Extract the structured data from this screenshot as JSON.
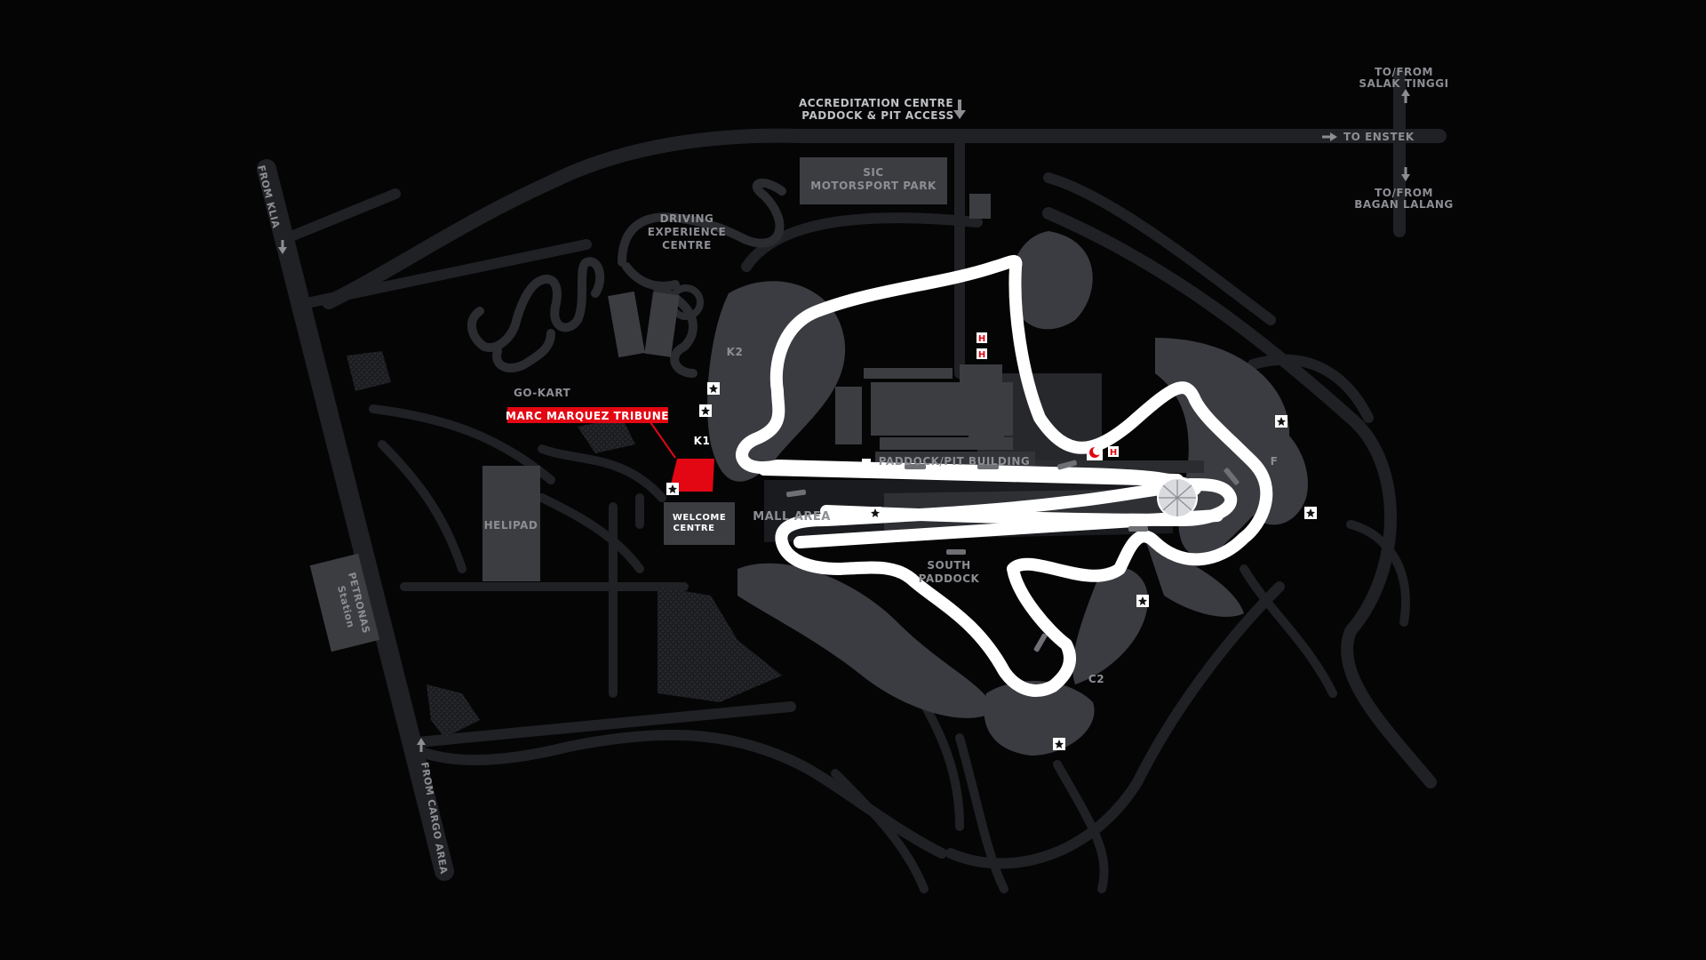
{
  "labels": {
    "accreditation_line1": "ACCREDITATION CENTRE",
    "accreditation_line2": "PADDOCK & PIT ACCESS",
    "salak_line1": "TO/FROM",
    "salak_line2": "SALAK TINGGI",
    "to_enstek": "TO ENSTEK",
    "bagan_line1": "TO/FROM",
    "bagan_line2": "BAGAN LALANG",
    "sic_line1": "SIC",
    "sic_line2": "MOTORSPORT PARK",
    "driving_line1": "DRIVING",
    "driving_line2": "EXPERIENCE",
    "driving_line3": "CENTRE",
    "from_klia": "FROM KLIA",
    "go_kart": "GO-KART",
    "marc_marquez_tribune": "MARC MARQUEZ TRIBUNE",
    "k1": "K1",
    "k2": "K2",
    "helipad": "HELIPAD",
    "welcome_line1": "WELCOME",
    "welcome_line2": "CENTRE",
    "mall_area": "MALL AREA",
    "paddock_pit_building": "PADDOCK/PIT BUILDING",
    "south_line1": "SOUTH",
    "south_line2": "PADDOCK",
    "petronas_line1": "PETRONAS",
    "petronas_line2": "Station",
    "from_cargo_area": "FROM CARGO AREA",
    "f": "F",
    "c2": "C2",
    "helipad_marker": "H"
  },
  "colors": {
    "background": "#050506",
    "roads": "#1f2124",
    "grandstand": "#3a3c41",
    "track": "#ffffff",
    "highlight": "#e30613",
    "label": "#8c8e93"
  },
  "icons": {
    "amenity": "star-in-box-icon",
    "medical": "crescent-icon",
    "helicopter": "h-icon",
    "arrow": "arrow-icon"
  }
}
